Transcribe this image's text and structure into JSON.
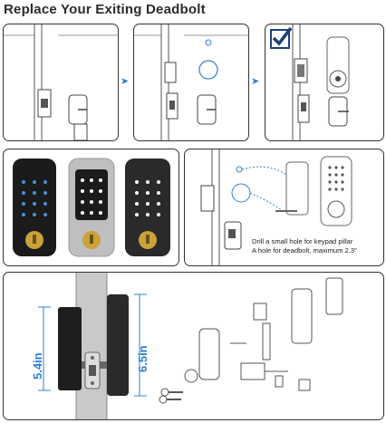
{
  "header": {
    "title": "Replace Your Exiting Deadbolt"
  },
  "step_arrows": [
    "arrow-right-icon",
    "arrow-right-icon"
  ],
  "drill_panel": {
    "caption_line1": "Drill a small hole for keypad pillar",
    "caption_line2": "A hole for deadbolt, maximum 2.3\""
  },
  "dimensions": {
    "inner_height": "5.4in",
    "outer_height": "6.5in"
  },
  "colors": {
    "accent_blue": "#2f7fd0",
    "check_navy": "#1d3f7a",
    "finish_black": "#1b1b1b",
    "finish_nickel": "#bfbfbf"
  }
}
